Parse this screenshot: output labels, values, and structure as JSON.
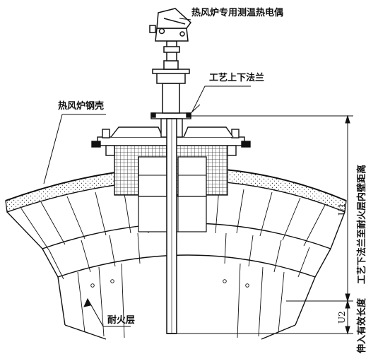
{
  "labels": {
    "thermocouple": "热风炉专用测温热电偶",
    "flange": "工艺上下法兰",
    "shell": "热风炉钢壳",
    "refractory": "耐火层",
    "distance": "工艺下法兰至耐火层内壁距离",
    "insertion": "伸入有效长度"
  },
  "dimensions": {
    "u1": "U1",
    "u2": "U2"
  }
}
